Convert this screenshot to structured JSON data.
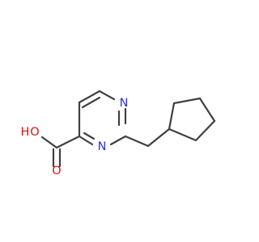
{
  "molecule": {
    "atoms": {
      "n_top": {
        "symbol": "N",
        "color": "#3030e0"
      },
      "n_bottom": {
        "symbol": "N",
        "color": "#3030e0"
      },
      "o_hydroxyl": {
        "symbol": "O",
        "color": "#e01010"
      },
      "h_hydroxyl": {
        "symbol": "H",
        "color": "#e01010"
      },
      "o_carbonyl": {
        "symbol": "O",
        "color": "#e01010"
      }
    },
    "colors": {
      "bond": "#404040",
      "nitrogen": "#3030e0",
      "oxygen": "#e01010",
      "background": "#ffffff"
    }
  }
}
